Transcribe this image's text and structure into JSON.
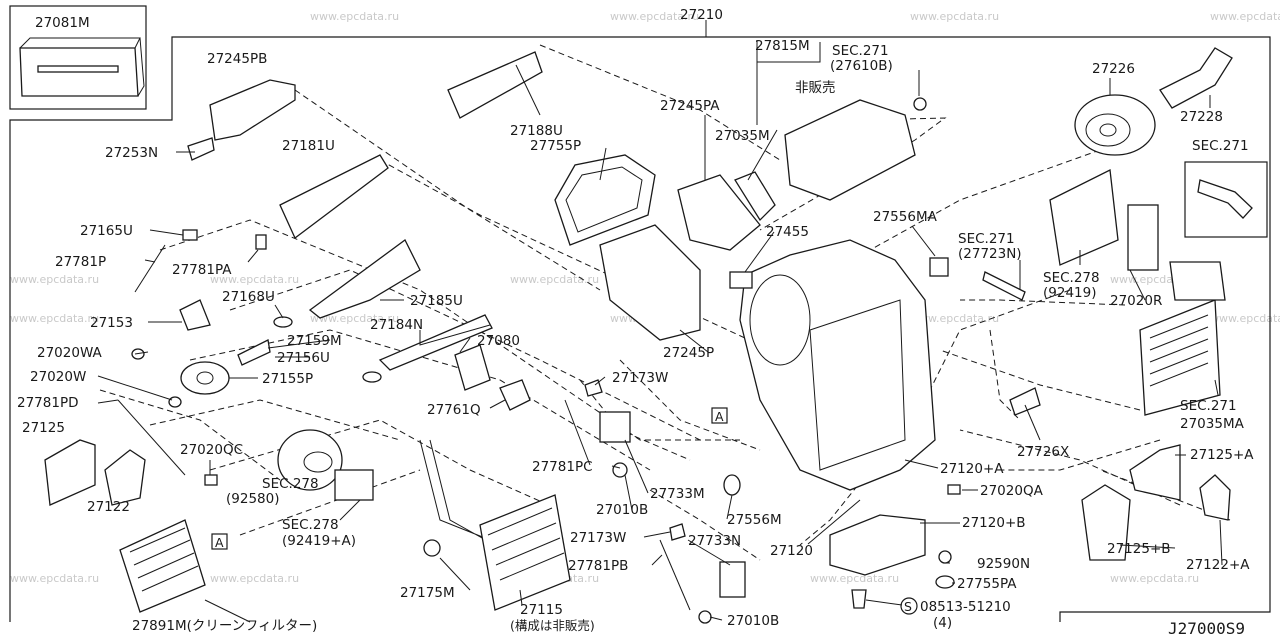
{
  "diagram": {
    "drawing_code": "J27000S9",
    "watermark_text": "www.epcdata.ru",
    "callout_marker": "A",
    "labels": {
      "p27081M": "27081M",
      "p27210": "27210",
      "p27245PB": "27245PB",
      "p27188U": "27188U",
      "p27815M": "27815M",
      "nonsale": "非販売",
      "sec271_27610B_a": "SEC.271",
      "sec271_27610B_b": "(27610B)",
      "p27226": "27226",
      "p27228": "27228",
      "sec271_right": "SEC.271",
      "p27253N": "27253N",
      "p27181U": "27181U",
      "p27755P": "27755P",
      "p27245PA": "27245PA",
      "p27035M": "27035M",
      "p27165U": "27165U",
      "p27781P": "27781P",
      "p27781PA": "27781PA",
      "p27168U": "27168U",
      "p27185U": "27185U",
      "p27153": "27153",
      "p27184N": "27184N",
      "p27159M": "27159M",
      "p27080": "27080",
      "p27020WA": "27020WA",
      "p27156U": "27156U",
      "p27020W": "27020W",
      "p27155P": "27155P",
      "p27761Q": "27761Q",
      "p27781PD": "27781PD",
      "p27125": "27125",
      "p27122": "27122",
      "p27020QC": "27020QC",
      "sec278_92580_a": "SEC.278",
      "sec278_92580_b": "(92580)",
      "sec278_92419A_a": "SEC.278",
      "sec278_92419A_b": "(92419+A)",
      "p27891M": "27891M(クリーンフィルター)",
      "p27175M": "27175M",
      "p27115": "27115",
      "p27115_note": "(構成は非販売)",
      "p27245P": "27245P",
      "p27173W_a": "27173W",
      "p27781PC": "27781PC",
      "p27010B_a": "27010B",
      "p27733M": "27733M",
      "p27556M": "27556M",
      "p27173W_b": "27173W",
      "p27733N": "27733N",
      "p27781PB": "27781PB",
      "p27010B_b": "27010B",
      "p27120": "27120",
      "p27455": "27455",
      "p27556MA": "27556MA",
      "sec271_27723N_a": "SEC.271",
      "sec271_27723N_b": "(27723N)",
      "sec278_92419_a": "SEC.278",
      "sec278_92419_b": "(92419)",
      "p27020R": "27020R",
      "sec271_mid": "SEC.271",
      "p27035MA": "27035MA",
      "p27726X": "27726X",
      "p27120A": "27120+A",
      "p27125A": "27125+A",
      "p27020QA": "27020QA",
      "p27120B": "27120+B",
      "p27125B": "27125+B",
      "p27122A": "27122+A",
      "p92590N": "92590N",
      "p27755PA": "27755PA",
      "bolt_symbol": "S",
      "p08513": "08513-51210",
      "p08513_qty": "(4)"
    }
  }
}
